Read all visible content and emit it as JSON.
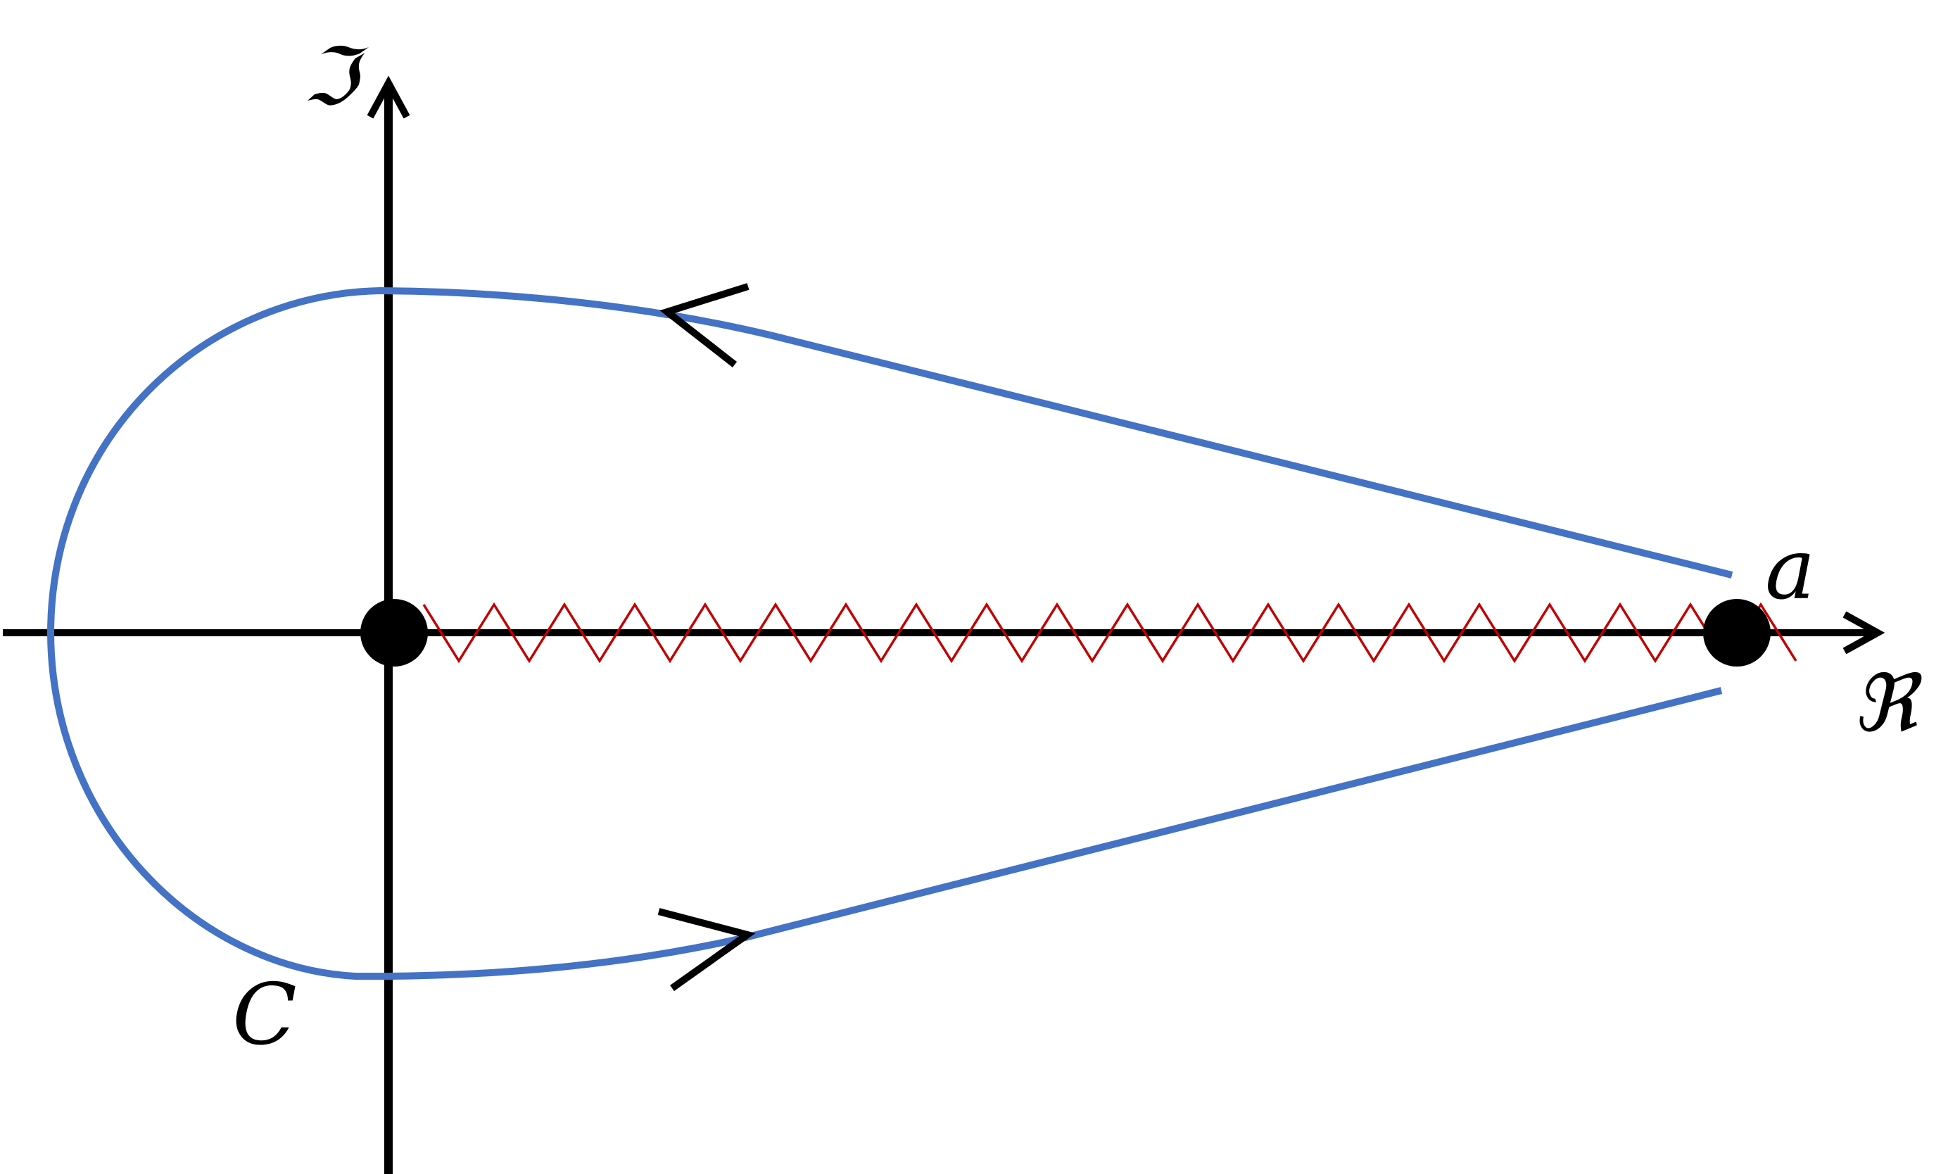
{
  "labels": {
    "imag_axis": "ℑ",
    "real_axis": "ℜ",
    "contour": "C",
    "point": "a"
  },
  "colors": {
    "contour": "#4472C4",
    "branch_cut": "#C00000",
    "axes": "#000000",
    "background": "#FFFFFF"
  },
  "elements": {
    "origin_point": "filled-circle",
    "branch_point": "filled-circle",
    "branch_cut_style": "zigzag",
    "contour_arrows": [
      "left-pointing",
      "right-pointing"
    ]
  }
}
